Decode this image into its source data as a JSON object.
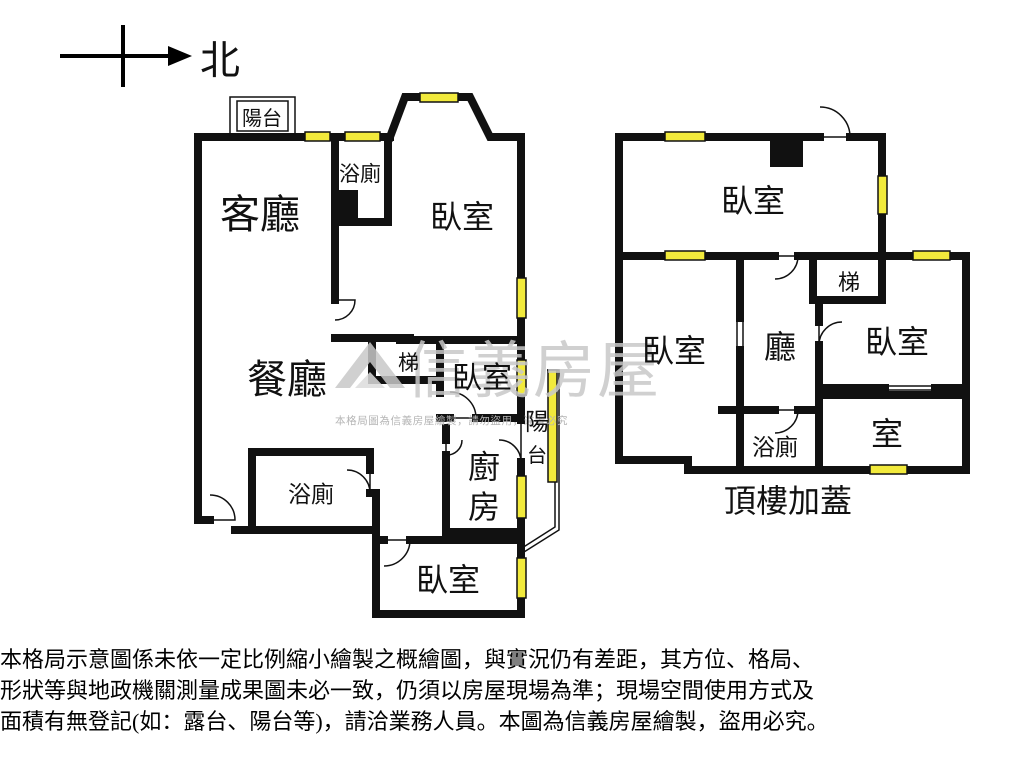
{
  "compass": {
    "north_label": "北"
  },
  "main_floor": {
    "balcony_top": "陽台",
    "bath_top": "浴廁",
    "living_room": "客廳",
    "bedroom_top": "臥室",
    "dining_room": "餐廳",
    "stairs": "梯",
    "bedroom_mid": "臥室",
    "balcony_side_1": "陽",
    "balcony_side_2": "台",
    "kitchen_1": "廚",
    "kitchen_2": "房",
    "bath_bottom": "浴廁",
    "bedroom_bottom": "臥室"
  },
  "roof_floor": {
    "bedroom_top": "臥室",
    "stairs": "梯",
    "bedroom_left": "臥室",
    "hall": "廳",
    "bedroom_right": "臥室",
    "room": "室",
    "bath": "浴廁",
    "caption": "頂樓加蓋"
  },
  "watermark": {
    "brand": "信義房屋",
    "small_text": "本格局圖為信義房屋繪製，請勿盜用，違者必究"
  },
  "disclaimer": {
    "line1": "本格局示意圖係未依一定比例縮小繪製之概繪圖，與實況仍有差距，其方位、格局、",
    "line2": "形狀等與地政機關測量成果圖未必一致，仍須以房屋現場為準；現場空間使用方式及",
    "line3": "面積有無登記(如：露台、陽台等)，請洽業務人員。本圖為信義房屋繪製，盜用必究。"
  },
  "colors": {
    "wall": "#111111",
    "window": "#f2ea3c",
    "watermark": "#c8c8c8"
  }
}
